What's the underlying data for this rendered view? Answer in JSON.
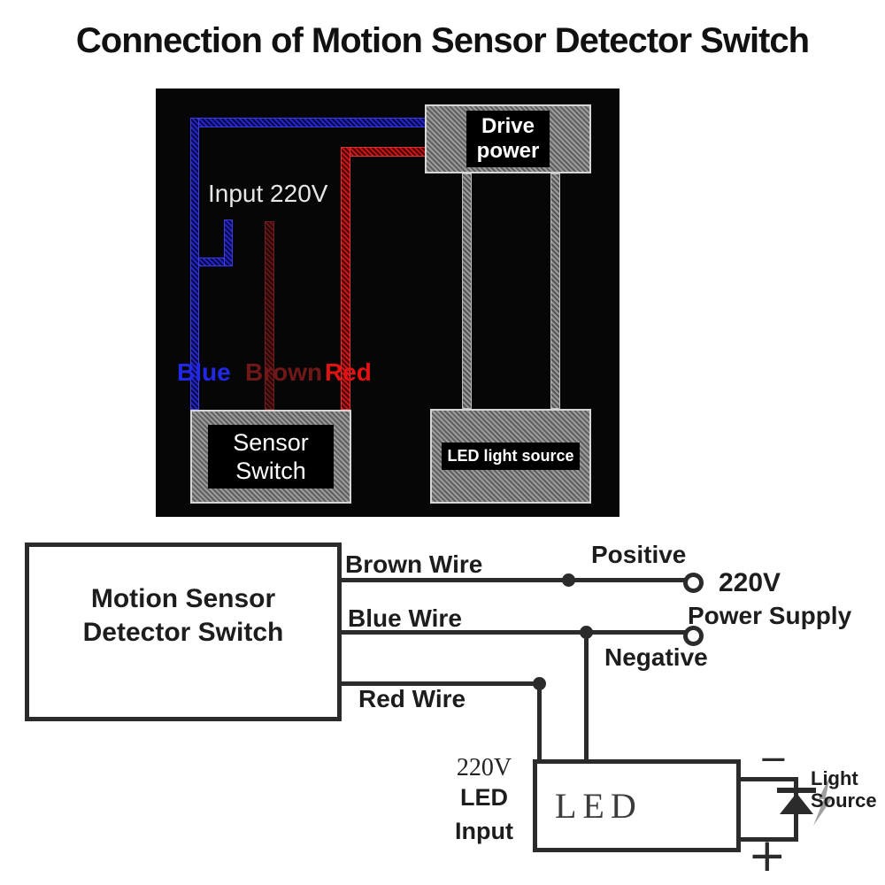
{
  "title": "Connection of Motion Sensor Detector Switch",
  "photo": {
    "input_voltage_label": "Input 220V",
    "drive_power_box": {
      "line1": "Drive",
      "line2": "power"
    },
    "sensor_switch_box": {
      "line1": "Sensor",
      "line2": "Switch"
    },
    "led_light_source_box": {
      "label": "LED light source"
    },
    "wire_color_labels": {
      "blue": "Blue",
      "brown": "Brown",
      "red": "Red"
    },
    "wire_colors": {
      "blue": "#2424c8",
      "brown": "#601515",
      "red": "#c81616"
    }
  },
  "schematic": {
    "controller_box": {
      "line1": "Motion Sensor",
      "line2": "Detector Switch"
    },
    "wire_labels": {
      "brown": "Brown Wire",
      "blue": "Blue Wire",
      "red": "Red Wire"
    },
    "terminal_labels": {
      "positive": "Positive",
      "negative": "Negative"
    },
    "power_supply": {
      "line1": "220V",
      "line2": "Power Supply"
    },
    "led_input": {
      "line1": "220V",
      "line2": "LED",
      "line3": "Input"
    },
    "led_driver_box_label": "LED",
    "light_source_label": {
      "line1": "Light",
      "line2": "Source"
    },
    "polarity": {
      "minus": "−",
      "plus": "+"
    },
    "line_color": "#2b2b2b"
  }
}
